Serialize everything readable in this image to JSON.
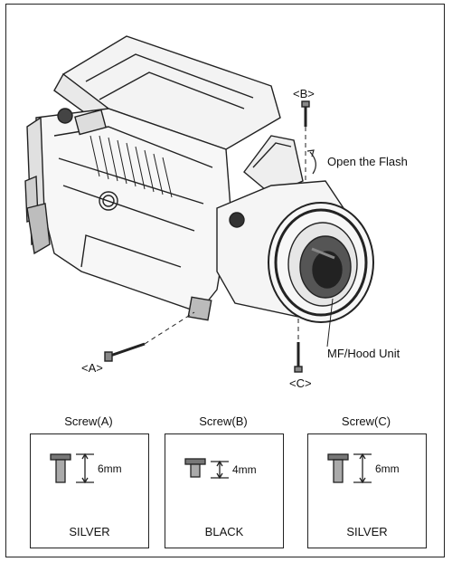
{
  "callouts": {
    "b": "<B>",
    "open_flash": "Open the Flash",
    "a": "<A>",
    "mf_hood": "MF/Hood Unit",
    "c": "<C>"
  },
  "screws": [
    {
      "title": "Screw(A)",
      "length": "6mm",
      "color": "SILVER"
    },
    {
      "title": "Screw(B)",
      "length": "4mm",
      "color": "BLACK"
    },
    {
      "title": "Screw(C)",
      "length": "6mm",
      "color": "SILVER"
    }
  ]
}
